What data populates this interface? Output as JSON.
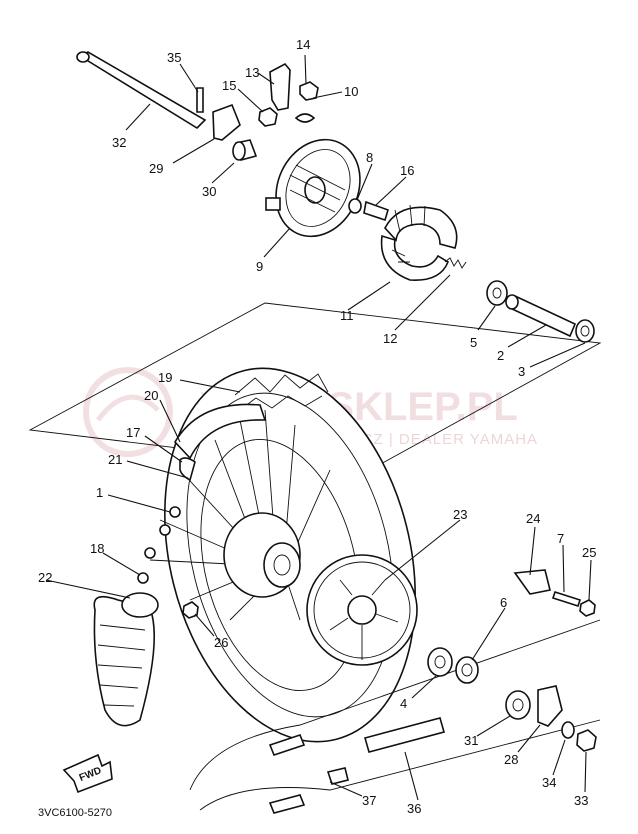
{
  "watermark": {
    "brand": "YAMA-SKLEP.PL",
    "subtitle": "WOJCIECH JUREWICZ | DEALER YAMAHA",
    "color": "#d9a3a8"
  },
  "diagram_code": "3VC6100-5270",
  "fwd_badge": "FWD",
  "labels": {
    "p1": "1",
    "p2": "2",
    "p3": "3",
    "p4": "4",
    "p5": "5",
    "p6": "6",
    "p7": "7",
    "p8": "8",
    "p9": "9",
    "p10": "10",
    "p11": "11",
    "p12": "12",
    "p13": "13",
    "p14": "14",
    "p15": "15",
    "p16": "16",
    "p17": "17",
    "p18": "18",
    "p19": "19",
    "p20": "20",
    "p21": "21",
    "p22": "22",
    "p23": "23",
    "p24": "24",
    "p25": "25",
    "p26": "26",
    "p28": "28",
    "p29": "29",
    "p30": "30",
    "p31": "31",
    "p32": "32",
    "p33": "33",
    "p34": "34",
    "p35": "35",
    "p36": "36",
    "p37": "37"
  }
}
